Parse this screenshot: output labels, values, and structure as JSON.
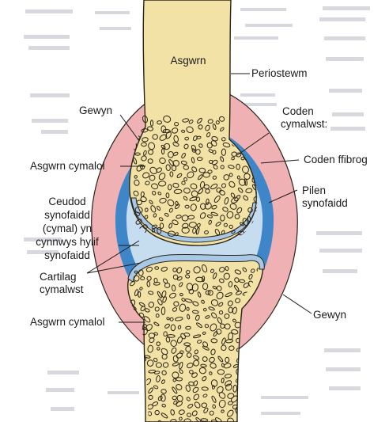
{
  "colors": {
    "bone_fill": "#f3e2a6",
    "bone_outline": "#2a2418",
    "capsule_fibrous": "#efb1b3",
    "synovial_membrane": "#3f86c9",
    "synovial_fluid": "#c6dcef",
    "cartilage": "#a9c8e6",
    "leader_line": "#1a1a1a",
    "faded_background_text": "#c9cbd1"
  },
  "labels": {
    "asgwrn_top": "Asgwrn",
    "periostewm": "Periostewm",
    "gewyn_top": "Gewyn",
    "coden_cymalwst_1": "Coden",
    "coden_cymalwst_2": "cymalwst:",
    "asgwrn_cymalol_top": "Asgwrn cymalol",
    "coden_ffibrog": "Coden ffibrog",
    "pilen_synofaidd_1": "Pilen",
    "pilen_synofaidd_2": "synofaidd",
    "ceudod_1": "Ceudod",
    "ceudod_2": "synofaidd",
    "ceudod_3": "(cymal) yn",
    "ceudod_4": "cynnwys hylif",
    "ceudod_5": "synofaidd",
    "cartilag_1": "Cartilag",
    "cartilag_2": "cymalwst",
    "asgwrn_cymalol_bottom": "Asgwrn cymalol",
    "gewyn_bottom": "Gewyn"
  }
}
